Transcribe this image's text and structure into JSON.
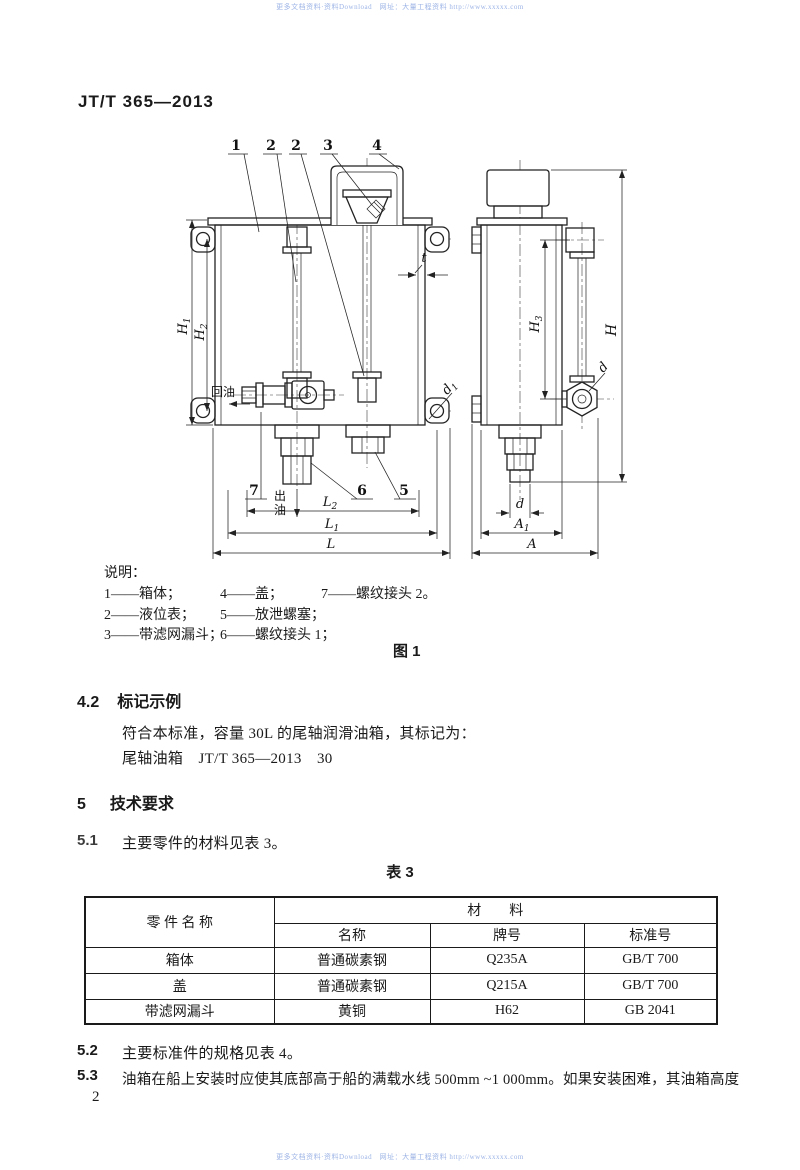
{
  "watermark": {
    "top": "更多文档资料·资料Download　网址：大量工程资料 http://www.xxxxx.com",
    "bottom": "更多文档资料·资料Download　网址：大量工程资料 http://www.xxxxx.com"
  },
  "page": {
    "doc_no": "JT/T 365—2013",
    "number": "2"
  },
  "figure": {
    "caption": "图 1",
    "parts": {
      "p1": "1",
      "p2a": "2",
      "p2b": "2",
      "p3": "3",
      "p4": "4",
      "p5": "5",
      "p6": "6",
      "p7": "7"
    },
    "dims": {
      "H": "H",
      "L": "L",
      "A": "A",
      "d": "d",
      "t": "t",
      "sub1": "1",
      "sub2": "2",
      "sub3": "3"
    },
    "ann": {
      "return_label": "回油",
      "out_char1": "出",
      "out_char2": "油"
    }
  },
  "legend": {
    "title": "说明：",
    "col1": [
      "1——箱体；",
      "2——液位表；",
      "3——带滤网漏斗；"
    ],
    "col2": [
      "4——盖；",
      "5——放泄螺塞；",
      "6——螺纹接头 1；"
    ],
    "col3": [
      "7——螺纹接头 2。"
    ]
  },
  "sections": {
    "s42": {
      "num": "4.2",
      "title": "标记示例",
      "line1": "符合本标准，容量 30L 的尾轴润滑油箱，其标记为：",
      "line2": "尾轴油箱　JT/T 365—2013　30"
    },
    "s5": {
      "num": "5",
      "title": "技术要求"
    },
    "s51": {
      "num": "5.1",
      "text": "主要零件的材料见表 3。"
    },
    "table_caption": "表 3",
    "s52": {
      "num": "5.2",
      "text": "主要标准件的规格见表 4。"
    },
    "s53": {
      "num": "5.3",
      "text": "油箱在船上安装时应使其底部高于船的满载水线 500mm ~1 000mm。如果安装困难，其油箱高度"
    }
  },
  "table": {
    "header_part": "零 件 名 称",
    "header_material": "材　　料",
    "subheaders": [
      "名称",
      "牌号",
      "标准号"
    ],
    "rows": [
      [
        "箱体",
        "普通碳素钢",
        "Q235A",
        "GB/T 700"
      ],
      [
        "盖",
        "普通碳素钢",
        "Q215A",
        "GB/T 700"
      ],
      [
        "带滤网漏斗",
        "黄铜",
        "H62",
        "GB 2041"
      ]
    ]
  }
}
